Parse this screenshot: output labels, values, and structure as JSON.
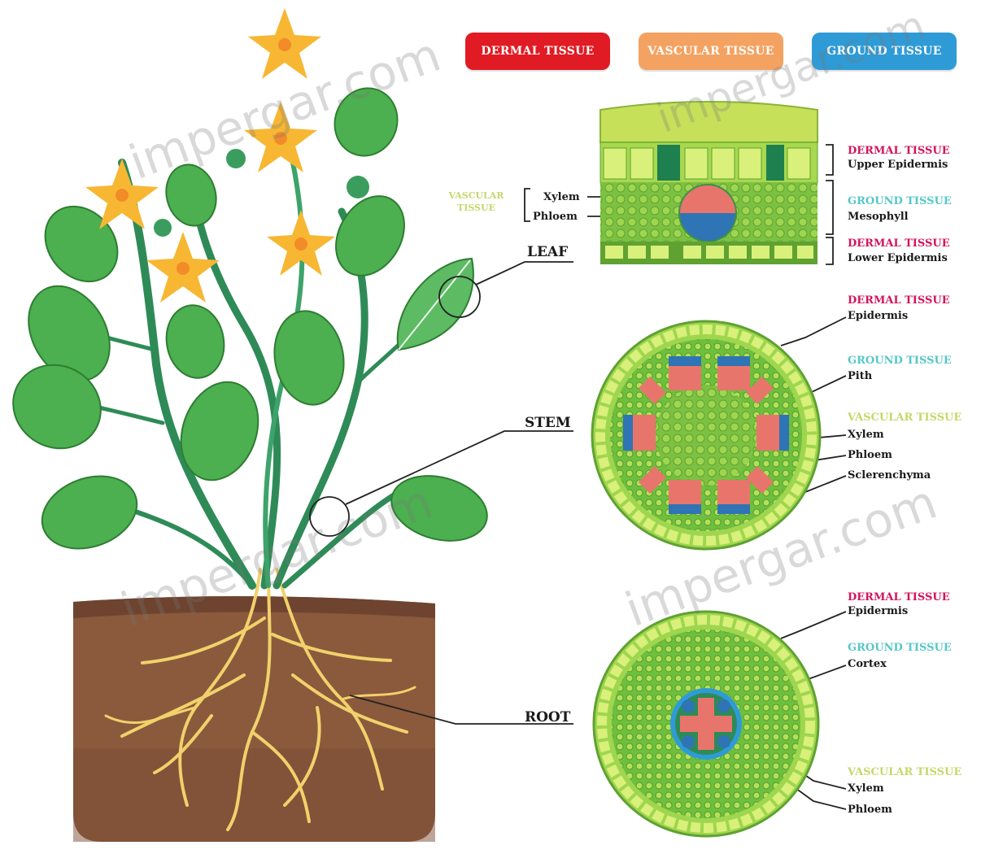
{
  "legend": {
    "dermal": {
      "label": "DERMAL TISSUE",
      "color": "#e01b24"
    },
    "vascular": {
      "label": "VASCULAR TISSUE",
      "color": "#f4a261"
    },
    "ground": {
      "label": "GROUND TISSUE",
      "color": "#2f9bd6"
    }
  },
  "organs": {
    "leaf": "LEAF",
    "stem": "STEM",
    "root": "ROOT"
  },
  "leaf_section": {
    "vascular_label": "VASCULAR TISSUE",
    "xylem": "Xylem",
    "phloem": "Phloem",
    "dermal_upper_cat": "DERMAL TISSUE",
    "dermal_upper": "Upper Epidermis",
    "ground_cat": "GROUND TISSUE",
    "mesophyll": "Mesophyll",
    "dermal_lower_cat": "DERMAL TISSUE",
    "dermal_lower": "Lower Epidermis"
  },
  "stem_section": {
    "dermal_cat": "DERMAL TISSUE",
    "epidermis": "Epidermis",
    "ground_cat": "GROUND TISSUE",
    "pith": "Pith",
    "vascular_cat": "VASCULAR TISSUE",
    "xylem": "Xylem",
    "phloem": "Phloem",
    "sclerenchyma": "Sclerenchyma"
  },
  "root_section": {
    "dermal_cat": "DERMAL TISSUE",
    "epidermis": "Epidermis",
    "ground_cat": "GROUND TISSUE",
    "cortex": "Cortex",
    "vascular_cat": "VASCULAR TISSUE",
    "xylem": "Xylem",
    "phloem": "Phloem"
  },
  "watermark": "impergar.com",
  "colors": {
    "leaf_green": "#4caf50",
    "stem_green": "#2e8b57",
    "flower": "#f7b733",
    "soil": "#8b5a3c",
    "root": "#f2d16b"
  }
}
